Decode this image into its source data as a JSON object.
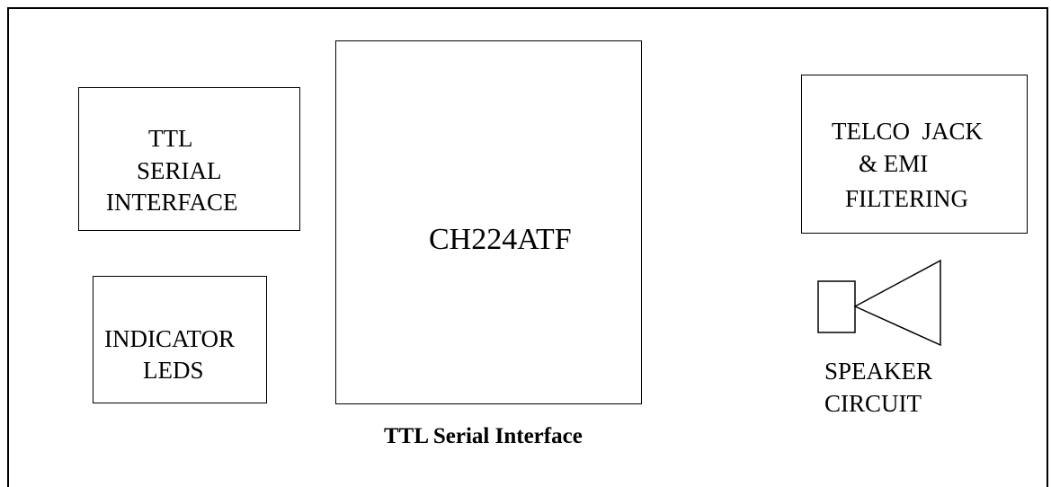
{
  "blocks": {
    "ttl_serial": {
      "lines": [
        "TTL",
        "SERIAL",
        "INTERFACE"
      ]
    },
    "indicator_leds": {
      "lines": [
        "INDICATOR",
        "LEDS"
      ]
    },
    "chip": {
      "label": "CH224ATF"
    },
    "telco_jack": {
      "lines": [
        "TELCO  JACK",
        "& EMI",
        "FILTERING"
      ]
    },
    "speaker": {
      "lines": [
        "SPEAKER",
        "CIRCUIT"
      ]
    }
  },
  "caption": "TTL Serial Interface",
  "colors": {
    "stroke": "#000000",
    "background": "#ffffff"
  },
  "icons": {
    "speaker": "speaker-icon"
  }
}
